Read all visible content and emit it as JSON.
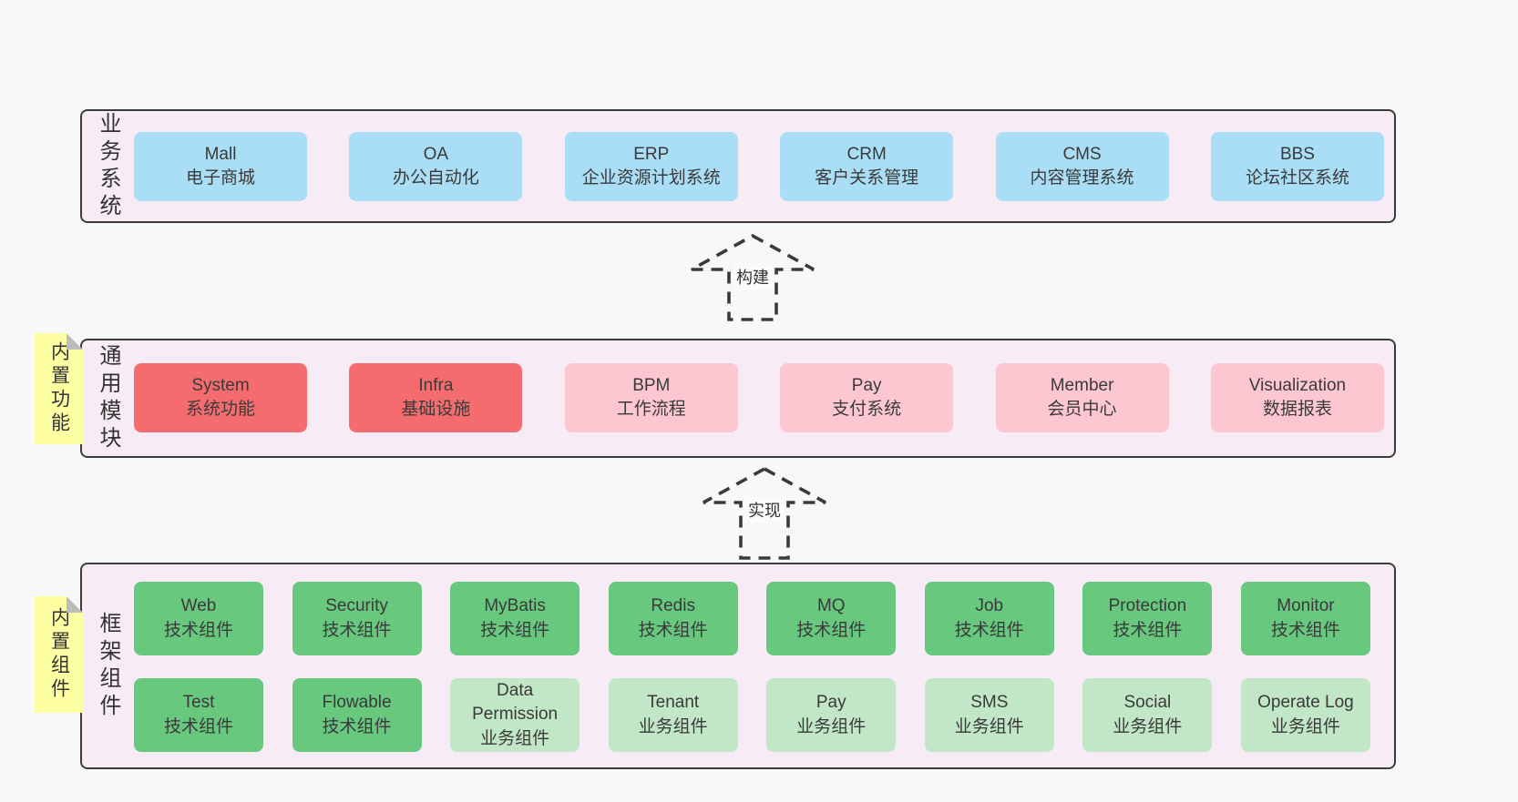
{
  "diagram": {
    "arrows": [
      {
        "label": "构建"
      },
      {
        "label": "实现"
      }
    ],
    "bands": [
      {
        "label": "业务系统",
        "boxes": [
          {
            "name": "Mall",
            "desc": "电子商城"
          },
          {
            "name": "OA",
            "desc": "办公自动化"
          },
          {
            "name": "ERP",
            "desc": "企业资源计划系统"
          },
          {
            "name": "CRM",
            "desc": "客户关系管理"
          },
          {
            "name": "CMS",
            "desc": "内容管理系统"
          },
          {
            "name": "BBS",
            "desc": "论坛社区系统"
          }
        ]
      },
      {
        "label": "通用模块",
        "sticky": "内置功能",
        "boxes": [
          {
            "name": "System",
            "desc": "系统功能"
          },
          {
            "name": "Infra",
            "desc": "基础设施"
          },
          {
            "name": "BPM",
            "desc": "工作流程"
          },
          {
            "name": "Pay",
            "desc": "支付系统"
          },
          {
            "name": "Member",
            "desc": "会员中心"
          },
          {
            "name": "Visualization",
            "desc": "数据报表"
          }
        ]
      },
      {
        "label": "框架组件",
        "sticky": "内置组件",
        "rows": [
          [
            {
              "name": "Web",
              "desc": "技术组件"
            },
            {
              "name": "Security",
              "desc": "技术组件"
            },
            {
              "name": "MyBatis",
              "desc": "技术组件"
            },
            {
              "name": "Redis",
              "desc": "技术组件"
            },
            {
              "name": "MQ",
              "desc": "技术组件"
            },
            {
              "name": "Job",
              "desc": "技术组件"
            },
            {
              "name": "Protection",
              "desc": "技术组件"
            },
            {
              "name": "Monitor",
              "desc": "技术组件"
            }
          ],
          [
            {
              "name": "Test",
              "desc": "技术组件"
            },
            {
              "name": "Flowable",
              "desc": "技术组件"
            },
            {
              "name": "Data Permission",
              "desc": "业务组件"
            },
            {
              "name": "Tenant",
              "desc": "业务组件"
            },
            {
              "name": "Pay",
              "desc": "业务组件"
            },
            {
              "name": "SMS",
              "desc": "业务组件"
            },
            {
              "name": "Social",
              "desc": "业务组件"
            },
            {
              "name": "Operate Log",
              "desc": "业务组件"
            }
          ]
        ]
      }
    ],
    "colors": {
      "page_bg": "#f8f8f8",
      "band_bg": "#f7ecf5",
      "band_border": "#3c3c3c",
      "blue_box": "#aadef7",
      "red_box": "#f56c6f",
      "pink_box": "#fdc7d2",
      "green_box": "#68c87e",
      "light_green_box": "#c1e7c7",
      "sticky_yellow": "#feffa3",
      "sticky_fold": "#bcbcbc",
      "text": "#3a3a3a"
    }
  }
}
